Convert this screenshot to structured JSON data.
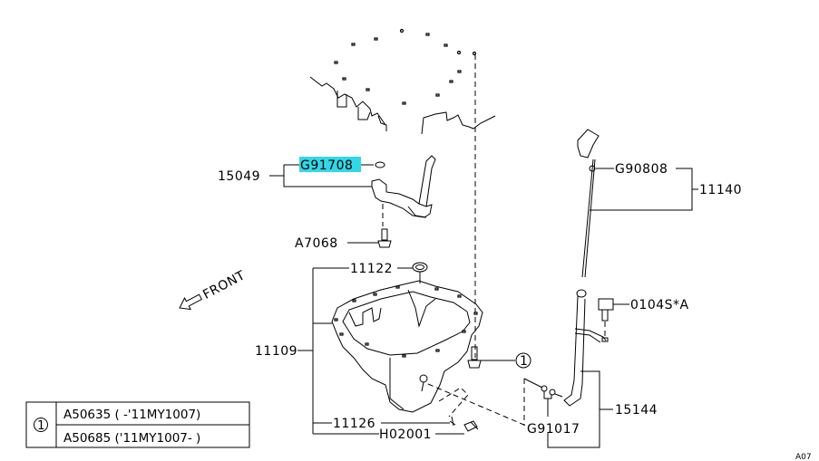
{
  "diagram": {
    "title_ref": "A07",
    "front_label": "FRONT",
    "callouts": {
      "p15049": "15049",
      "g91708": "G91708",
      "a7068": "A7068",
      "g90808": "G90808",
      "p11140": "11140",
      "p11122": "11122",
      "p11109": "11109",
      "p0104s": "0104S*A",
      "ref1": "1",
      "p11126": "11126",
      "h02001": "H02001",
      "g91017": "G91017",
      "p15144": "15144"
    },
    "highlighted_part": "G91708",
    "highlight_color": "#32d8e8",
    "legend": {
      "ref": "1",
      "rows": [
        "A50635 ( -'11MY1007)",
        "A50685 ('11MY1007- )"
      ]
    }
  }
}
